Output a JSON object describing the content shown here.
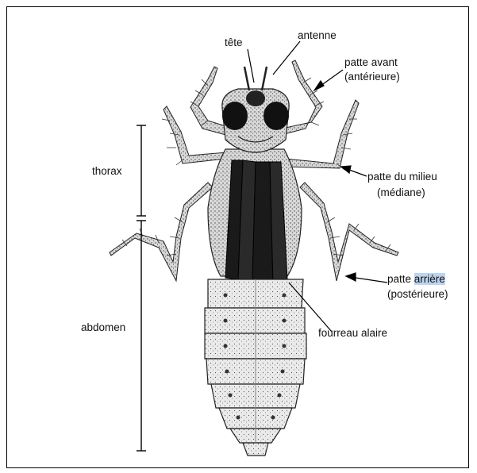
{
  "labels": {
    "tete": "tête",
    "antenne": "antenne",
    "patte_avant_1": "patte avant",
    "patte_avant_2": "(antérieure)",
    "thorax": "thorax",
    "patte_milieu_1": "patte du milieu",
    "patte_milieu_2": "(médiane)",
    "patte_arriere_prefix": "patte ",
    "patte_arriere_highlight": "arrière",
    "patte_arriere_2": "(postérieure)",
    "abdomen": "abdomen",
    "fourreau": "fourreau alaire"
  },
  "colors": {
    "highlight": "#bcd4ee",
    "ink": "#111111"
  }
}
